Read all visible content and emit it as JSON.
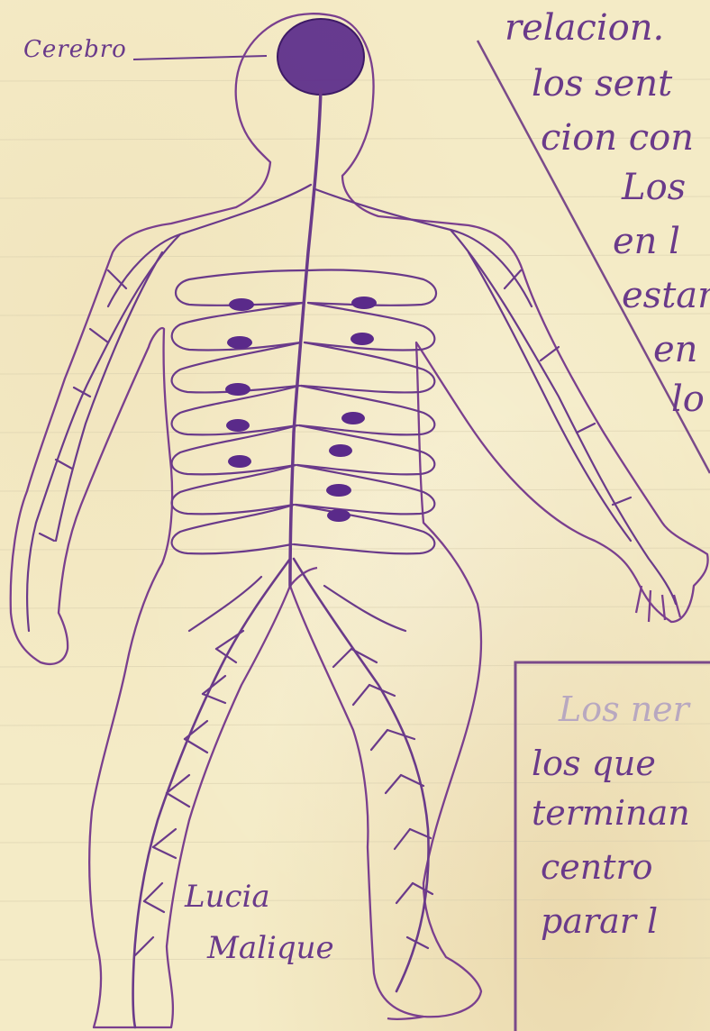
{
  "label": {
    "cerebro": "Cerebro"
  },
  "right_text": {
    "lines": [
      "relacion.",
      "los sent",
      "cion con",
      "Los",
      "en l",
      "estan",
      "en",
      "lo"
    ]
  },
  "box_text": {
    "lines": [
      "Los ner",
      "los que",
      "terminan",
      "centro",
      "parar l"
    ]
  },
  "signature": {
    "first": "Lucia",
    "last": "Malique"
  },
  "colors": {
    "ink": "#6a3a8a",
    "paper": "#f4ebc6",
    "brain": "#5a2a8a"
  }
}
